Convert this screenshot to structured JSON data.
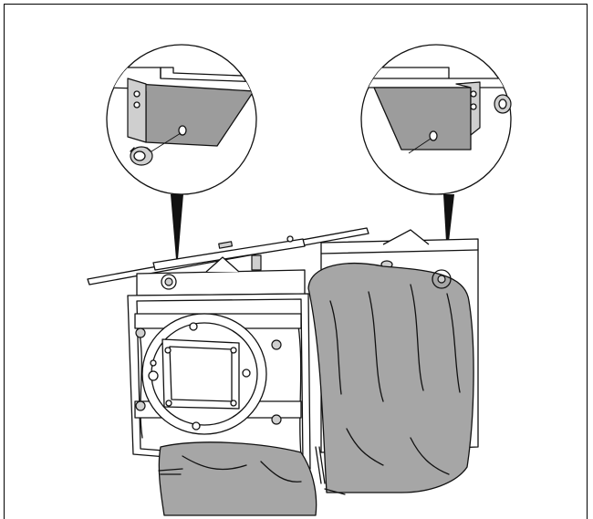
{
  "figure": {
    "kind": "technical installation illustration",
    "callouts": [
      {
        "side": "left",
        "icon": "nut-icon"
      },
      {
        "side": "right",
        "icon": "nut-icon"
      }
    ],
    "colors": {
      "line": "#111111",
      "fill_grey": "#9c9c9c",
      "background": "#ffffff"
    }
  }
}
